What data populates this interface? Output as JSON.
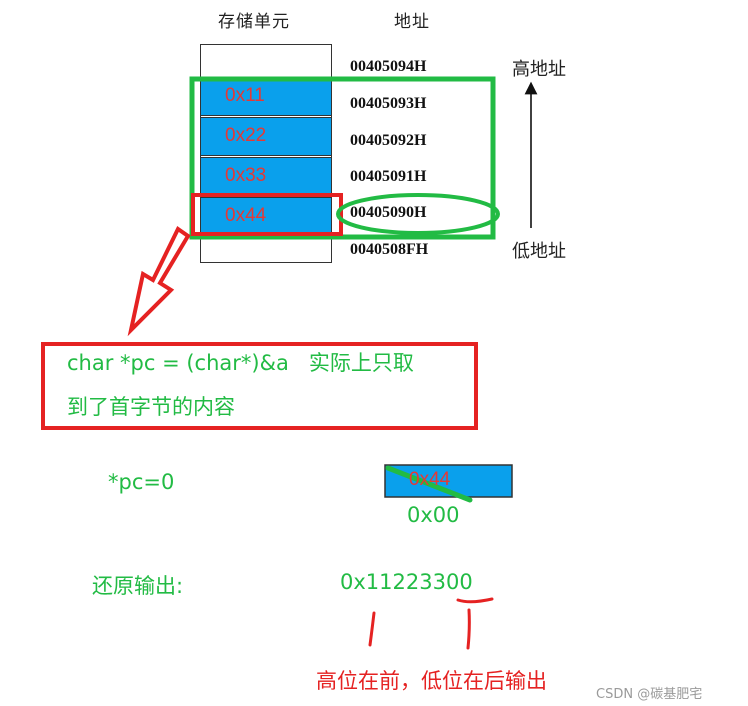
{
  "headers": {
    "memory_units": "存储单元",
    "address": "地址"
  },
  "memory_cells": [
    {
      "value": "0x11"
    },
    {
      "value": "0x22"
    },
    {
      "value": "0x33"
    },
    {
      "value": "0x44"
    }
  ],
  "addresses": [
    "00405094H",
    "00405093H",
    "00405092H",
    "00405091H",
    "00405090H",
    "0040508FH"
  ],
  "direction": {
    "high": "高地址",
    "low": "低地址"
  },
  "annotation": {
    "line1": "char *pc = (char*)&a   实际上只取",
    "line2": "到了首字节的内容"
  },
  "pc_assign": "*pc=0",
  "small_cell": {
    "old_value": "0x44",
    "new_value": "0x00"
  },
  "restore": {
    "label": "还原输出:",
    "value": "0x11223300"
  },
  "explain": "高位在前，低位在后输出",
  "watermark": "CSDN @碳基肥宅",
  "colors": {
    "cell_blue": "#0aa0ec",
    "green": "#22bb44",
    "red": "#e52222"
  }
}
